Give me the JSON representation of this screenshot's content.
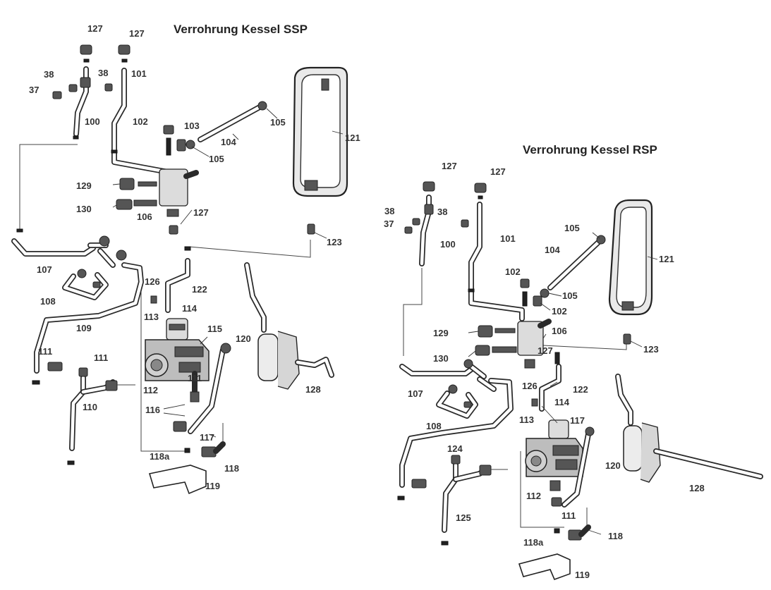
{
  "titles": {
    "ssp": "Verrohrung Kessel SSP",
    "rsp": "Verrohrung Kessel RSP"
  },
  "ssp_labels": [
    {
      "id": "127a",
      "text": "127"
    },
    {
      "id": "127b",
      "text": "127"
    },
    {
      "id": "38a",
      "text": "38"
    },
    {
      "id": "38b",
      "text": "38"
    },
    {
      "id": "37",
      "text": "37"
    },
    {
      "id": "101",
      "text": "101"
    },
    {
      "id": "100",
      "text": "100"
    },
    {
      "id": "102",
      "text": "102"
    },
    {
      "id": "103",
      "text": "103"
    },
    {
      "id": "105a",
      "text": "105"
    },
    {
      "id": "104",
      "text": "104"
    },
    {
      "id": "105b",
      "text": "105"
    },
    {
      "id": "121",
      "text": "121"
    },
    {
      "id": "129",
      "text": "129"
    },
    {
      "id": "130",
      "text": "130"
    },
    {
      "id": "106",
      "text": "106"
    },
    {
      "id": "127c",
      "text": "127"
    },
    {
      "id": "123",
      "text": "123"
    },
    {
      "id": "107",
      "text": "107"
    },
    {
      "id": "108",
      "text": "108"
    },
    {
      "id": "126",
      "text": "126"
    },
    {
      "id": "122",
      "text": "122"
    },
    {
      "id": "113",
      "text": "113"
    },
    {
      "id": "114",
      "text": "114"
    },
    {
      "id": "115",
      "text": "115"
    },
    {
      "id": "109",
      "text": "109"
    },
    {
      "id": "120",
      "text": "120"
    },
    {
      "id": "111a",
      "text": "111"
    },
    {
      "id": "111b",
      "text": "111"
    },
    {
      "id": "111c",
      "text": "111"
    },
    {
      "id": "112",
      "text": "112"
    },
    {
      "id": "128",
      "text": "128"
    },
    {
      "id": "110",
      "text": "110"
    },
    {
      "id": "116",
      "text": "116"
    },
    {
      "id": "117",
      "text": "117"
    },
    {
      "id": "118a",
      "text": "118a"
    },
    {
      "id": "118",
      "text": "118"
    },
    {
      "id": "119",
      "text": "119"
    }
  ],
  "rsp_labels": [
    {
      "id": "127a",
      "text": "127"
    },
    {
      "id": "127b",
      "text": "127"
    },
    {
      "id": "38a",
      "text": "38"
    },
    {
      "id": "38b",
      "text": "38"
    },
    {
      "id": "37",
      "text": "37"
    },
    {
      "id": "101",
      "text": "101"
    },
    {
      "id": "100",
      "text": "100"
    },
    {
      "id": "105a",
      "text": "105"
    },
    {
      "id": "104",
      "text": "104"
    },
    {
      "id": "121",
      "text": "121"
    },
    {
      "id": "102a",
      "text": "102"
    },
    {
      "id": "105b",
      "text": "105"
    },
    {
      "id": "102b",
      "text": "102"
    },
    {
      "id": "129",
      "text": "129"
    },
    {
      "id": "106",
      "text": "106"
    },
    {
      "id": "123",
      "text": "123"
    },
    {
      "id": "130",
      "text": "130"
    },
    {
      "id": "127c",
      "text": "127"
    },
    {
      "id": "107",
      "text": "107"
    },
    {
      "id": "126",
      "text": "126"
    },
    {
      "id": "122",
      "text": "122"
    },
    {
      "id": "114",
      "text": "114"
    },
    {
      "id": "113",
      "text": "113"
    },
    {
      "id": "117",
      "text": "117"
    },
    {
      "id": "108",
      "text": "108"
    },
    {
      "id": "124",
      "text": "124"
    },
    {
      "id": "120",
      "text": "120"
    },
    {
      "id": "128",
      "text": "128"
    },
    {
      "id": "112",
      "text": "112"
    },
    {
      "id": "111",
      "text": "111"
    },
    {
      "id": "125",
      "text": "125"
    },
    {
      "id": "118",
      "text": "118"
    },
    {
      "id": "118a",
      "text": "118a"
    },
    {
      "id": "119",
      "text": "119"
    }
  ]
}
